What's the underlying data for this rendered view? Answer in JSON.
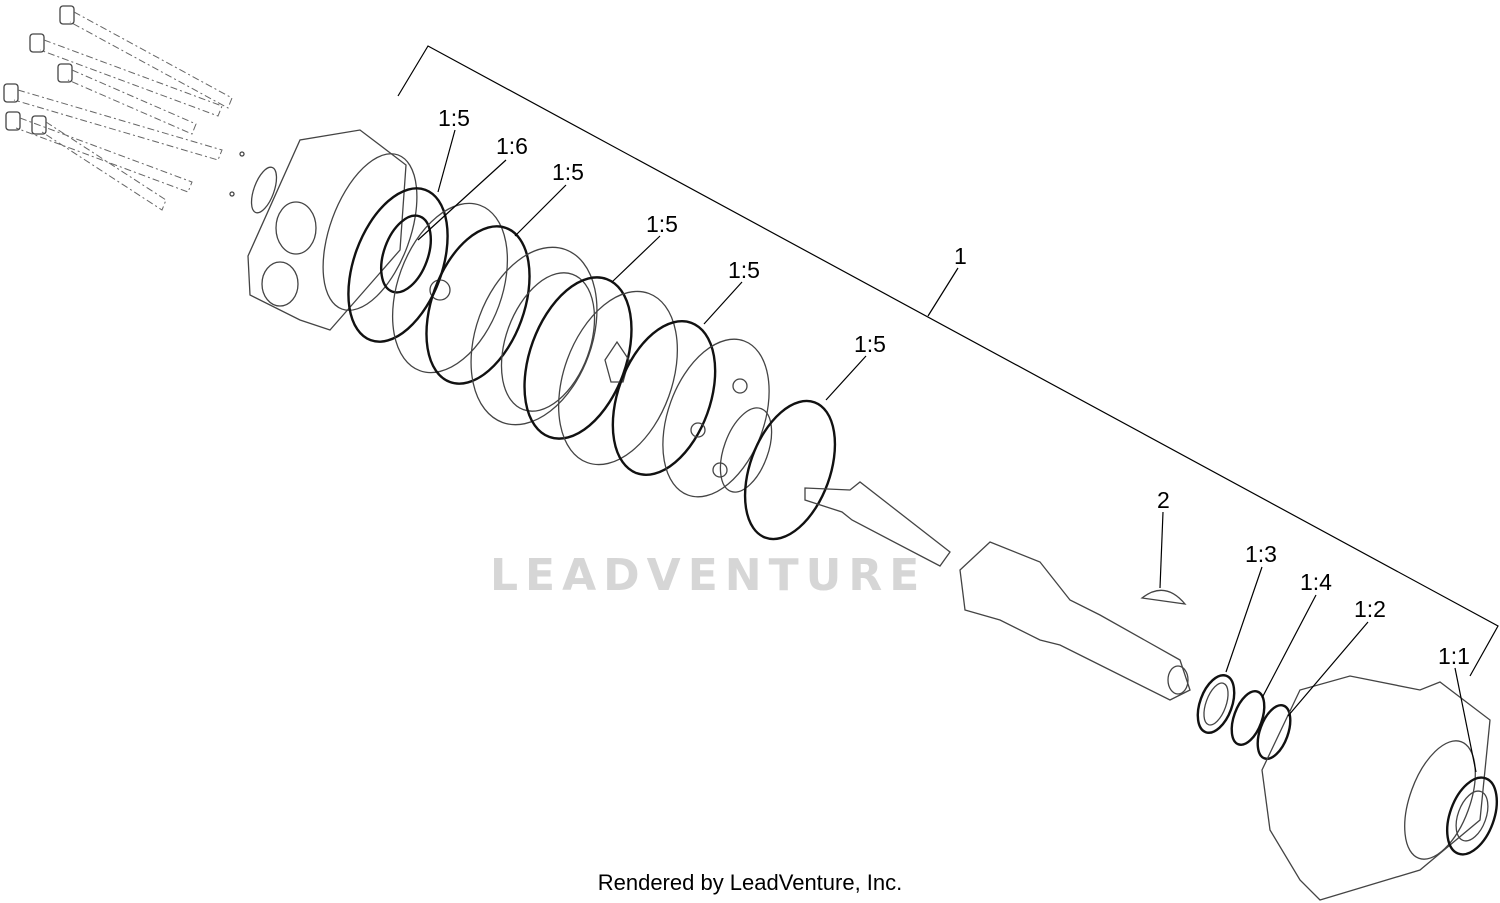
{
  "callouts": {
    "c1": "1",
    "c2": "2",
    "c1_1": "1:1",
    "c1_2": "1:2",
    "c1_3": "1:3",
    "c1_4": "1:4",
    "c1_5": "1:5",
    "c1_6": "1:6"
  },
  "watermark": "LEADVENTURE",
  "footer": "Rendered by LeadVenture, Inc."
}
